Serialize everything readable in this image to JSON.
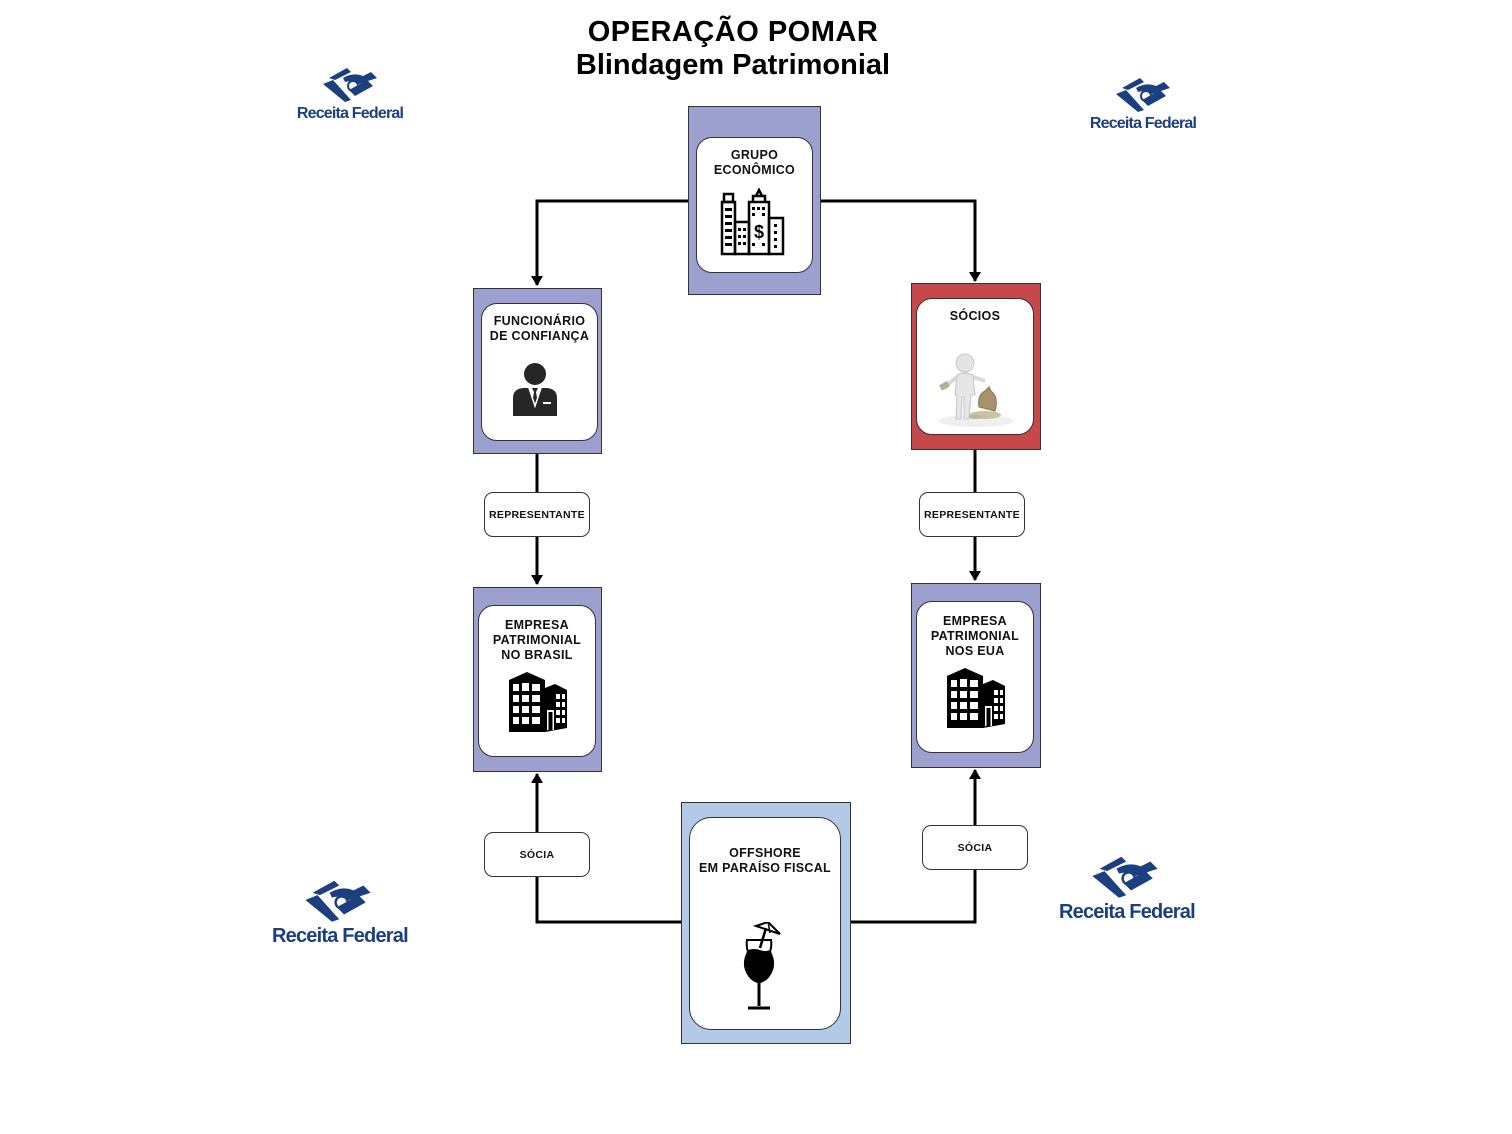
{
  "title": {
    "line1": "OPERAÇÃO POMAR",
    "line2": "Blindagem Patrimonial"
  },
  "logos": [
    {
      "text": "Receita Federal",
      "icon": "receita-federal-emblem-icon"
    },
    {
      "text": "Receita Federal",
      "icon": "receita-federal-emblem-icon"
    },
    {
      "text": "Receita Federal",
      "icon": "receita-federal-emblem-icon"
    },
    {
      "text": "Receita Federal",
      "icon": "receita-federal-emblem-icon"
    }
  ],
  "nodes": {
    "grupo": {
      "label": "GRUPO\nECONÔMICO",
      "icon": "city-buildings-dollar-icon",
      "color": "#9ba0cf"
    },
    "funcionario": {
      "label": "FUNCIONÁRIO\nDE CONFIANÇA",
      "icon": "businessman-icon",
      "color": "#9ba0cf"
    },
    "socios": {
      "label": "SÓCIOS",
      "icon": "person-with-money-bag-icon",
      "color": "#c6484a"
    },
    "empresa_brasil": {
      "label": "EMPRESA\nPATRIMONIAL\nNO BRASIL",
      "icon": "office-building-icon",
      "color": "#9ba0cf"
    },
    "empresa_eua": {
      "label": "EMPRESA\nPATRIMONIAL\nNOS EUA",
      "icon": "office-building-icon",
      "color": "#9ba0cf"
    },
    "offshore": {
      "label": "OFFSHORE\nEM PARAÍSO FISCAL",
      "icon": "cocktail-glass-icon",
      "color": "#b3c9e8"
    }
  },
  "edges": [
    {
      "from": "grupo",
      "to": "funcionario",
      "label": ""
    },
    {
      "from": "grupo",
      "to": "socios",
      "label": ""
    },
    {
      "from": "funcionario",
      "to": "empresa_brasil",
      "label": "REPRESENTANTE"
    },
    {
      "from": "socios",
      "to": "empresa_eua",
      "label": "REPRESENTANTE"
    },
    {
      "from": "offshore",
      "to": "empresa_brasil",
      "label": "SÓCIA"
    },
    {
      "from": "offshore",
      "to": "empresa_eua",
      "label": "SÓCIA"
    }
  ]
}
